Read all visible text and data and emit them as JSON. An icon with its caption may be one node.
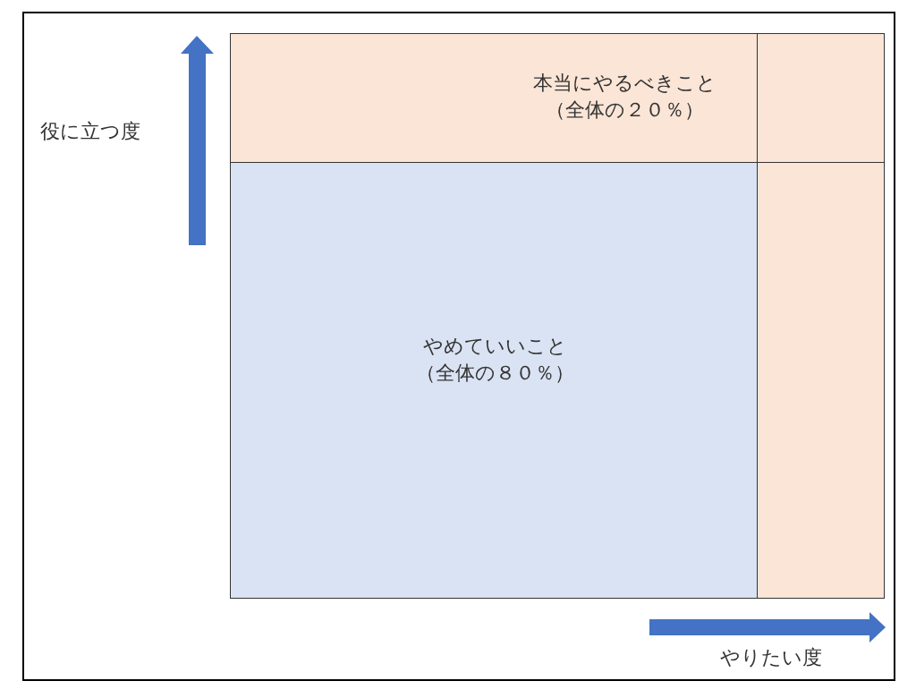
{
  "diagram": {
    "nodes": [
      {
        "text": [
          "本当にやるべきこと",
          "（全体の２０％）"
        ]
      },
      {
        "text": [],
        "shape": "box"
      },
      {
        "text": [
          "やめていいこと",
          "（全体の８０％）"
        ]
      },
      {
        "text": [],
        "shape": "box"
      }
    ],
    "labels": [
      "役に立つ度",
      "やりたい度"
    ]
  }
}
